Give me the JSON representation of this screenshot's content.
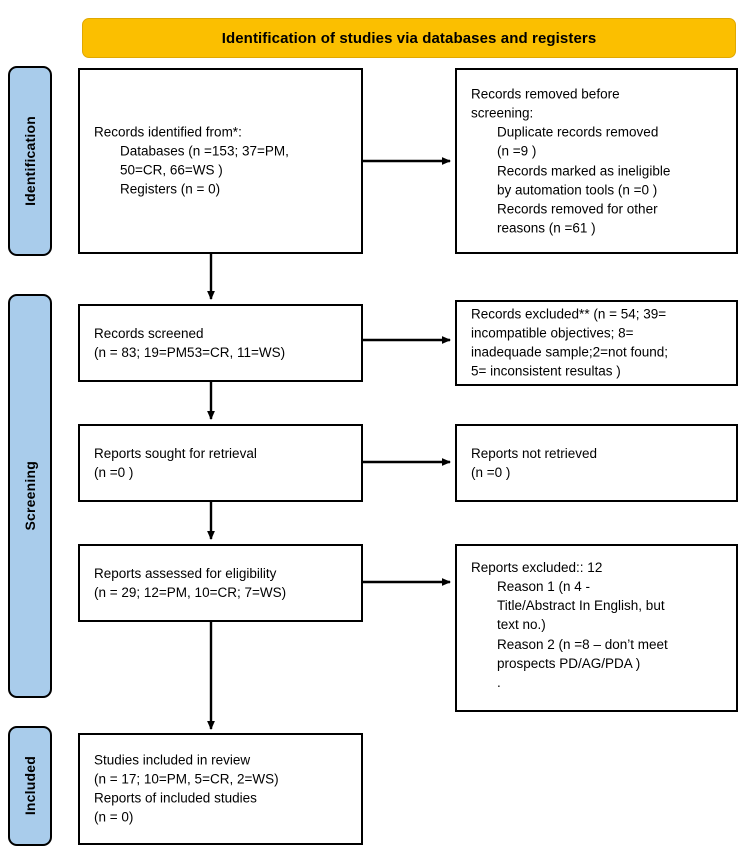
{
  "banner": {
    "title": "Identification of studies via databases and registers"
  },
  "stages": [
    {
      "key": "identification",
      "label": "Identification"
    },
    {
      "key": "screening",
      "label": "Screening"
    },
    {
      "key": "included",
      "label": "Included"
    }
  ],
  "boxes": {
    "identified": {
      "name": "records-identified-box",
      "lines": [
        {
          "text": "Records identified from*:",
          "indent": false,
          "italic": false
        },
        {
          "text": "Databases (n =153; 37=PM,",
          "indent": true,
          "italic": false
        },
        {
          "text": "50=CR, 66=WS )",
          "indent": true,
          "italic": false
        },
        {
          "text": "Registers (n = 0)",
          "indent": true,
          "italic": false
        }
      ]
    },
    "removed": {
      "name": "records-removed-box",
      "lines": [
        {
          "text": "Records removed ",
          "indent": false,
          "italic": false
        },
        {
          "text": "before",
          "indent": false,
          "italic": true
        },
        {
          "text": "screening",
          "indent": false,
          "italic": true
        },
        {
          "text": ":",
          "indent": false,
          "italic": false
        },
        {
          "text": "Duplicate records removed",
          "indent": true,
          "italic": false
        },
        {
          "text": "(n =9 )",
          "indent": true,
          "italic": false
        },
        {
          "text": "Records marked as ineligible",
          "indent": true,
          "italic": false
        },
        {
          "text": "by automation tools (n =0 )",
          "indent": true,
          "italic": false
        },
        {
          "text": "Records removed for other",
          "indent": true,
          "italic": false
        },
        {
          "text": "reasons (n =61 )",
          "indent": true,
          "italic": false
        }
      ]
    },
    "screened": {
      "name": "records-screened-box",
      "lines": [
        {
          "text": "Records screened",
          "indent": false,
          "italic": false
        },
        {
          "text": "(n = 83; 19=PM53=CR, 11=WS)",
          "indent": false,
          "italic": false
        }
      ]
    },
    "excluded": {
      "name": "records-excluded-box",
      "lines": [
        {
          "text": "Records excluded** (n = 54; 39=",
          "indent": false,
          "italic": false
        },
        {
          "text": "incompatible objectives; 8=",
          "indent": false,
          "italic": false
        },
        {
          "text": "inadequade sample;2=not found;",
          "indent": false,
          "italic": false
        },
        {
          "text": "5= inconsistent resultas )",
          "indent": false,
          "italic": false
        }
      ]
    },
    "sought": {
      "name": "reports-sought-box",
      "lines": [
        {
          "text": "Reports sought for retrieval",
          "indent": false,
          "italic": false
        },
        {
          "text": "(n =0 )",
          "indent": false,
          "italic": false
        }
      ]
    },
    "notretrieved": {
      "name": "reports-not-retrieved-box",
      "lines": [
        {
          "text": "Reports not retrieved",
          "indent": false,
          "italic": false
        },
        {
          "text": "(n =0 )",
          "indent": false,
          "italic": false
        }
      ]
    },
    "assessed": {
      "name": "reports-assessed-box",
      "lines": [
        {
          "text": "Reports assessed for eligibility",
          "indent": false,
          "italic": false
        },
        {
          "text": "(n = 29; 12=PM, 10=CR; 7=WS)",
          "indent": false,
          "italic": false
        }
      ]
    },
    "repexcluded": {
      "name": "reports-excluded-box",
      "lines": [
        {
          "text": "Reports excluded:: 12",
          "indent": false,
          "italic": false
        },
        {
          "text": "Reason 1 (n 4 -",
          "indent": true,
          "italic": false
        },
        {
          "text": "Title/Abstract In English, but",
          "indent": true,
          "italic": false
        },
        {
          "text": "text no.)",
          "indent": true,
          "italic": false
        },
        {
          "text": "Reason 2 (n =8 – don’t meet",
          "indent": true,
          "italic": false
        },
        {
          "text": "prospects PD/AG/PDA )",
          "indent": true,
          "italic": false
        },
        {
          "text": ".",
          "indent": true,
          "italic": false
        }
      ]
    },
    "included": {
      "name": "studies-included-box",
      "lines": [
        {
          "text": "Studies included in review",
          "indent": false,
          "italic": false
        },
        {
          "text": "(n = 17; 10=PM, 5=CR, 2=WS)",
          "indent": false,
          "italic": false
        },
        {
          "text": "Reports of included studies",
          "indent": false,
          "italic": false
        },
        {
          "text": "(n = 0)",
          "indent": false,
          "italic": false
        }
      ]
    }
  },
  "colors": {
    "banner_fill": "#FBBF00",
    "stage_fill": "#A9CCEB",
    "box_fill": "#FFFFFF",
    "stroke": "#000000"
  },
  "connectors": [
    {
      "name": "arrow-identified-to-removed",
      "direction": "right"
    },
    {
      "name": "arrow-identified-to-screened",
      "direction": "down"
    },
    {
      "name": "arrow-screened-to-excluded",
      "direction": "right"
    },
    {
      "name": "arrow-screened-to-sought",
      "direction": "down"
    },
    {
      "name": "arrow-sought-to-notretrieved",
      "direction": "right"
    },
    {
      "name": "arrow-sought-to-assessed",
      "direction": "down"
    },
    {
      "name": "arrow-assessed-to-repexcluded",
      "direction": "right"
    },
    {
      "name": "arrow-assessed-to-included",
      "direction": "down"
    }
  ]
}
